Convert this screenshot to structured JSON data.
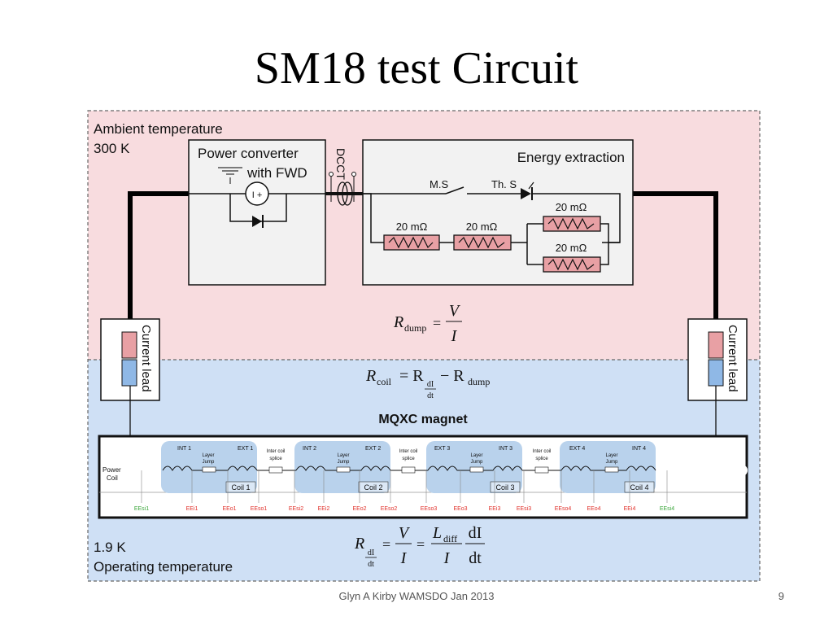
{
  "title": "SM18 test Circuit",
  "zones": {
    "ambient_line1": "Ambient temperature",
    "ambient_line2": "300 K",
    "cold_line1": "1.9 K",
    "cold_line2": "Operating temperature"
  },
  "power_converter": {
    "line1": "Power converter",
    "line2": "with FWD",
    "source_symbol": "I +"
  },
  "dcct_label": "DCCT",
  "energy_extraction": {
    "title": "Energy extraction",
    "main_switch": "M.S",
    "thyristor_switch": "Th. S",
    "resistors": [
      "20 mΩ",
      "20 mΩ",
      "20 mΩ",
      "20 mΩ"
    ]
  },
  "current_lead_label": "Current lead",
  "equations": {
    "rdump": {
      "lhs": "R",
      "lhs_sub": "dump",
      "eq": "=",
      "num": "V",
      "den": "I"
    },
    "rcoil": {
      "lhs": "R",
      "lhs_sub": "coil",
      "eq": "= R",
      "sub_num": "dI",
      "sub_den": "dt",
      "minus": "− R",
      "minus_sub": "dump"
    },
    "rdi": {
      "lhs": "R",
      "sub_num": "dI",
      "sub_den": "dt",
      "eq": "=",
      "num1": "V",
      "den1": "I",
      "eq2": "=",
      "num2_main": "L",
      "num2_sub": "diff",
      "den2": "I",
      "num3": "dI",
      "den3": "dt"
    }
  },
  "magnet": {
    "title": "MQXC magnet",
    "power_coil_line1": "Power",
    "power_coil_line2": "Coil",
    "coils": [
      {
        "label": "Coil 1",
        "left": "INT 1",
        "right": "EXT 1",
        "jump": "Layer Jump"
      },
      {
        "label": "Coil 2",
        "left": "INT 2",
        "right": "EXT 2",
        "jump": "Layer Jump"
      },
      {
        "label": "Coil 3",
        "left": "EXT 3",
        "right": "INT 3",
        "jump": "Layer Jump"
      },
      {
        "label": "Coil 4",
        "left": "EXT 4",
        "right": "INT 4",
        "jump": "Layer Jump"
      }
    ],
    "splice_label": "Inter coil splice",
    "taps": [
      {
        "text": "EEsi1",
        "color": "#3aa63a"
      },
      {
        "text": "EEi1",
        "color": "#e0302a"
      },
      {
        "text": "EEo1",
        "color": "#e0302a"
      },
      {
        "text": "EEso1",
        "color": "#e0302a"
      },
      {
        "text": "EEsi2",
        "color": "#e0302a"
      },
      {
        "text": "EEi2",
        "color": "#e0302a"
      },
      {
        "text": "EEo2",
        "color": "#e0302a"
      },
      {
        "text": "EEso2",
        "color": "#e0302a"
      },
      {
        "text": "EEso3",
        "color": "#e0302a"
      },
      {
        "text": "EEo3",
        "color": "#e0302a"
      },
      {
        "text": "EEi3",
        "color": "#e0302a"
      },
      {
        "text": "EEsi3",
        "color": "#e0302a"
      },
      {
        "text": "EEso4",
        "color": "#e0302a"
      },
      {
        "text": "EEo4",
        "color": "#e0302a"
      },
      {
        "text": "EEi4",
        "color": "#e0302a"
      },
      {
        "text": "EEsi4",
        "color": "#3aa63a"
      }
    ]
  },
  "colors": {
    "ambient_bg": "#f8dcdf",
    "cold_bg": "#cfe0f5",
    "resistor_fill": "#e8a0a4",
    "lead_red": "#e8a0a4",
    "lead_blue": "#8fb8e6",
    "coil_fill": "#b9d2ec"
  },
  "footer": {
    "credit": "Glyn A Kirby  WAMSDO Jan 2013",
    "page": "9"
  }
}
